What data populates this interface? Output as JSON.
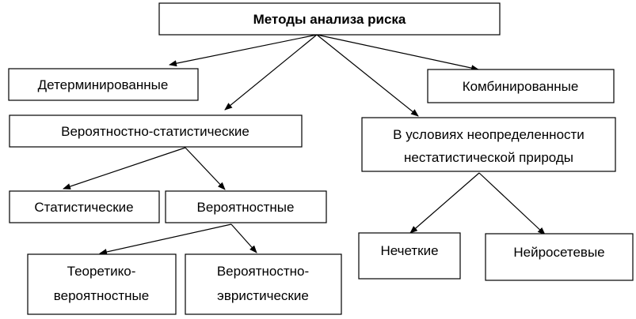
{
  "diagram": {
    "root": "Методы анализа риска",
    "deterministic": "Детерминированные",
    "combined": "Комбинированные",
    "prob_stat": "Вероятностно-статистические",
    "uncertainty": {
      "line1": "В условиях неопределенности",
      "line2": "нестатистической природы"
    },
    "statistical": "Статистические",
    "probabilistic": "Вероятностные",
    "theor_prob": {
      "line1": "Теоретико-",
      "line2": "вероятностные"
    },
    "prob_heur": {
      "line1": "Вероятностно-",
      "line2": "эвристические"
    },
    "fuzzy": "Нечеткие",
    "neural": "Нейросетевые"
  }
}
